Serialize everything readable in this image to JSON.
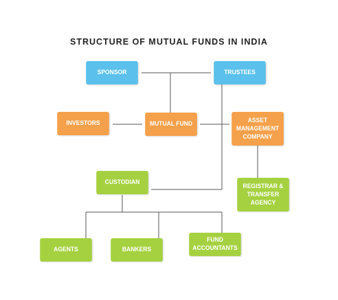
{
  "title": "STRUCTURE OF MUTUAL FUNDS IN INDIA",
  "colors": {
    "blue": "#5bc0eb",
    "orange": "#f5a04a",
    "green": "#a5d140",
    "line": "#555555"
  },
  "nodes": {
    "sponsor": "SPONSOR",
    "trustees": "TRUSTEES",
    "investors": "INVESTORS",
    "mutual_fund": "MUTUAL FUND",
    "amc_line1": "ASSET MANAGEMENT",
    "amc_line2": "COMPANY",
    "custodian": "CUSTODIAN",
    "registrar_line1": "REGISTRAR &",
    "registrar_line2": "TRANSFER AGENCY",
    "agents": "AGENTS",
    "bankers": "BANKERS",
    "fund_accountants": "FUND ACCOUNTANTS"
  }
}
